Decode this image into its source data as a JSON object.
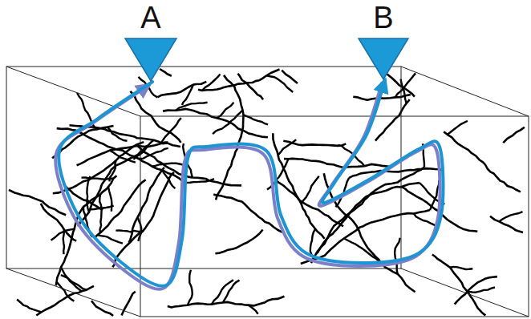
{
  "diagram": {
    "nodes": [
      {
        "text": [
          "A"
        ]
      },
      {
        "text": [
          "B"
        ]
      }
    ],
    "edges": [
      {
        "from": 0,
        "to": 1,
        "arrow": "both"
      }
    ]
  }
}
